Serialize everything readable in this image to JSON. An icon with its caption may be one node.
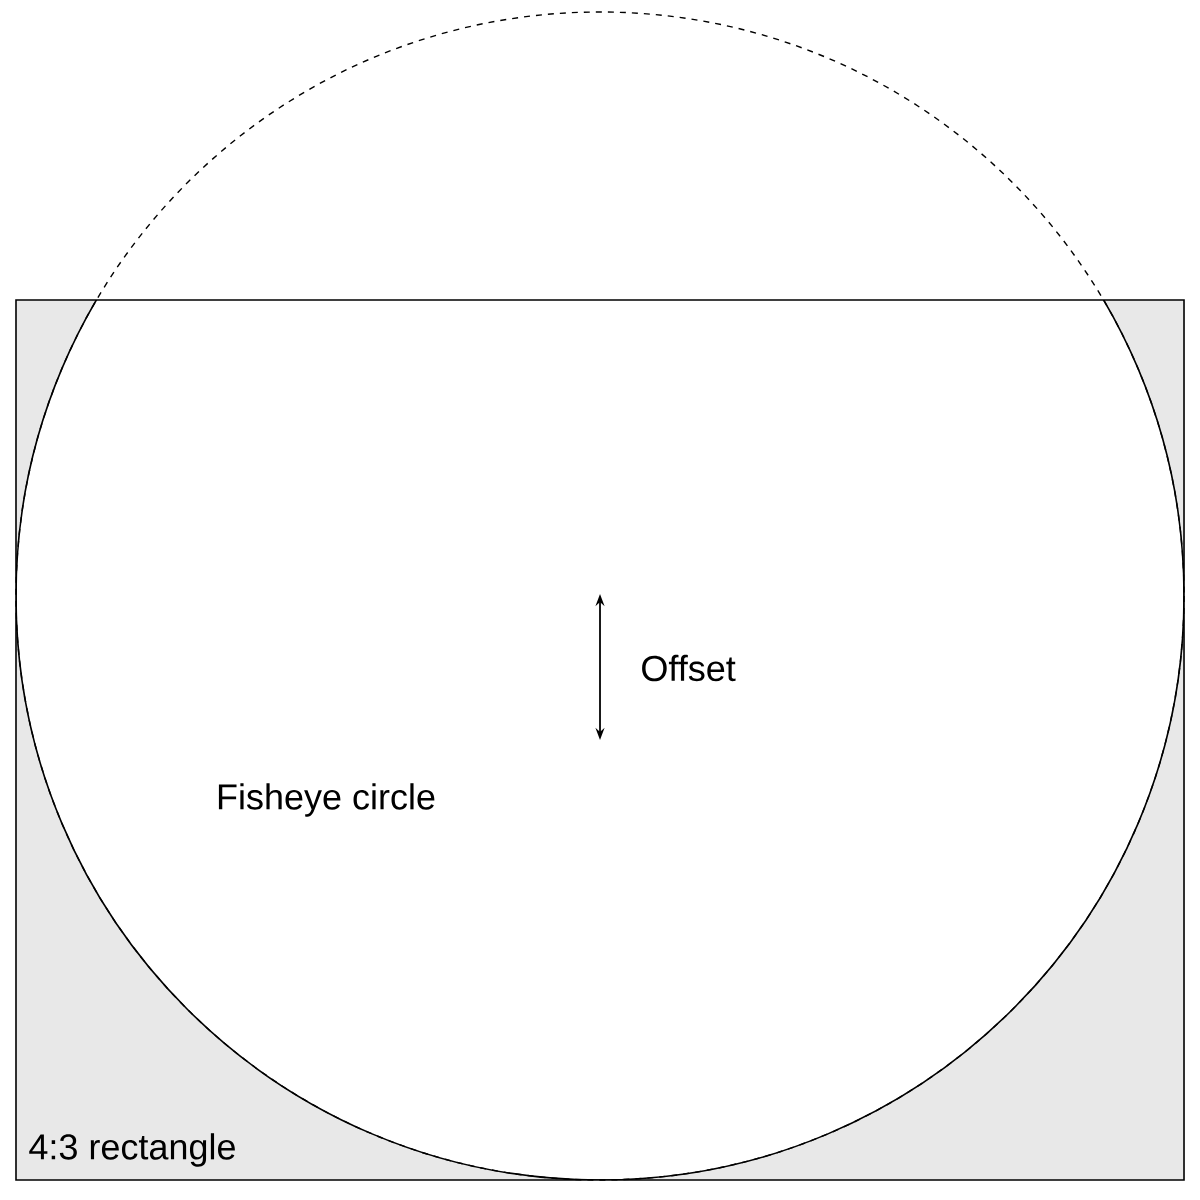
{
  "diagram": {
    "labels": [
      "Offset",
      "Fisheye circle",
      "4:3 rectangle"
    ]
  }
}
